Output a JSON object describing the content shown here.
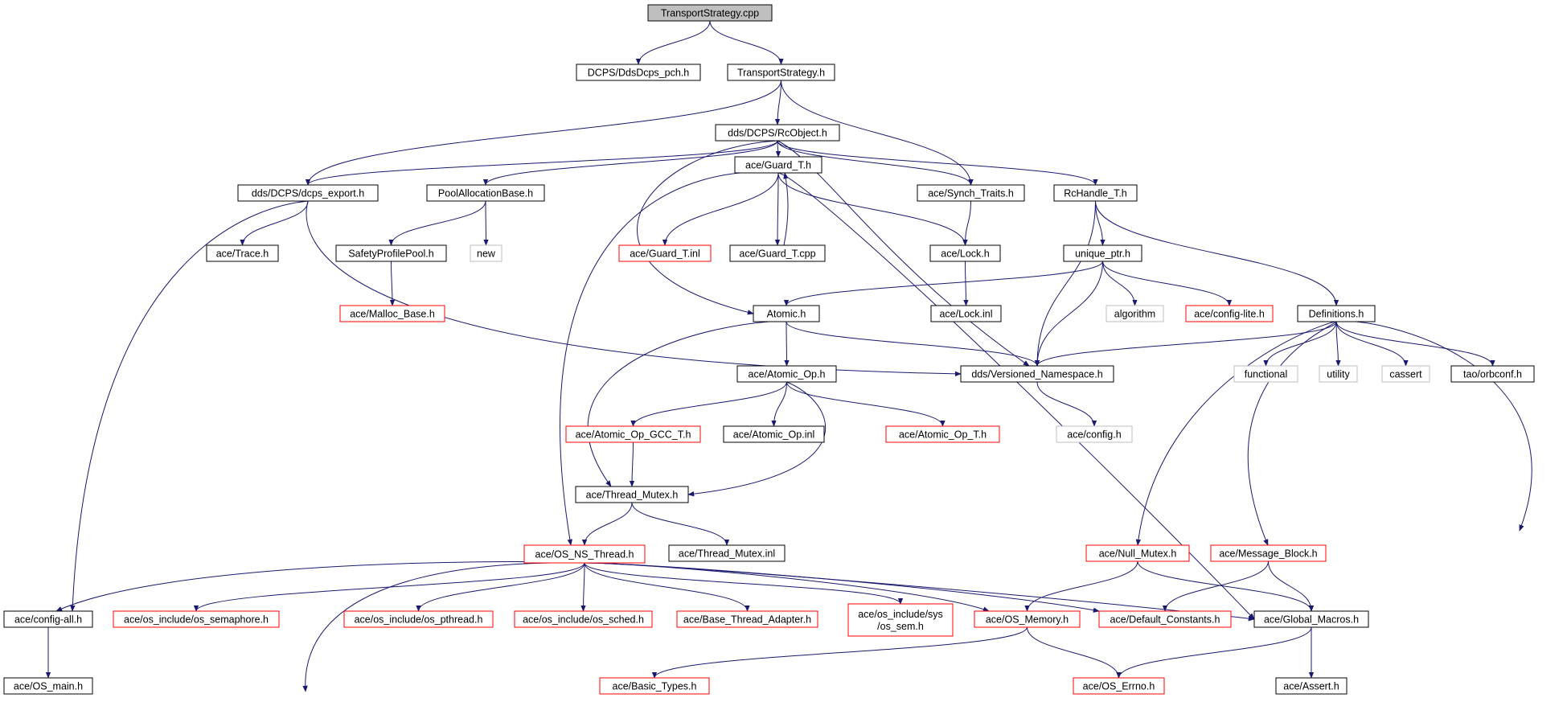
{
  "diagram": {
    "type": "include-dependency-graph",
    "colors": {
      "edge": "#191970",
      "root_fill": "#bfbfbf",
      "normal_border": "#000000",
      "truncated_border": "#ff0000",
      "external_border": "#bfbfbf",
      "external_text": "#555555"
    },
    "nodes": [
      {
        "id": "n_root",
        "label": "TransportStrategy.cpp",
        "kind": "root"
      },
      {
        "id": "n_pch",
        "label": "DCPS/DdsDcps_pch.h",
        "kind": "normal"
      },
      {
        "id": "n_tsh",
        "label": "TransportStrategy.h",
        "kind": "normal"
      },
      {
        "id": "n_rcobj",
        "label": "dds/DCPS/RcObject.h",
        "kind": "normal"
      },
      {
        "id": "n_export",
        "label": "dds/DCPS/dcps_export.h",
        "kind": "normal"
      },
      {
        "id": "n_poolalloc",
        "label": "PoolAllocationBase.h",
        "kind": "normal"
      },
      {
        "id": "n_guardh",
        "label": "ace/Guard_T.h",
        "kind": "normal"
      },
      {
        "id": "n_synch",
        "label": "ace/Synch_Traits.h",
        "kind": "normal"
      },
      {
        "id": "n_rchandle",
        "label": "RcHandle_T.h",
        "kind": "normal"
      },
      {
        "id": "n_trace",
        "label": "ace/Trace.h",
        "kind": "normal"
      },
      {
        "id": "n_safety",
        "label": "SafetyProfilePool.h",
        "kind": "normal"
      },
      {
        "id": "n_new",
        "label": "new",
        "kind": "external"
      },
      {
        "id": "n_guardinl",
        "label": "ace/Guard_T.inl",
        "kind": "truncated"
      },
      {
        "id": "n_guardcpp",
        "label": "ace/Guard_T.cpp",
        "kind": "normal"
      },
      {
        "id": "n_lockh",
        "label": "ace/Lock.h",
        "kind": "normal"
      },
      {
        "id": "n_uniq",
        "label": "unique_ptr.h",
        "kind": "normal"
      },
      {
        "id": "n_malloc",
        "label": "ace/Malloc_Base.h",
        "kind": "truncated"
      },
      {
        "id": "n_atomich",
        "label": "Atomic.h",
        "kind": "normal"
      },
      {
        "id": "n_lockinl",
        "label": "ace/Lock.inl",
        "kind": "normal"
      },
      {
        "id": "n_algorithm",
        "label": "algorithm",
        "kind": "external"
      },
      {
        "id": "n_cfglite",
        "label": "ace/config-lite.h",
        "kind": "truncated"
      },
      {
        "id": "n_defs",
        "label": "Definitions.h",
        "kind": "normal"
      },
      {
        "id": "n_atomicop",
        "label": "ace/Atomic_Op.h",
        "kind": "normal"
      },
      {
        "id": "n_versioned",
        "label": "dds/Versioned_Namespace.h",
        "kind": "normal"
      },
      {
        "id": "n_functional",
        "label": "functional",
        "kind": "external"
      },
      {
        "id": "n_utility",
        "label": "utility",
        "kind": "external"
      },
      {
        "id": "n_cassert",
        "label": "cassert",
        "kind": "external"
      },
      {
        "id": "n_orbconf",
        "label": "tao/orbconf.h",
        "kind": "normal"
      },
      {
        "id": "n_opgcc",
        "label": "ace/Atomic_Op_GCC_T.h",
        "kind": "truncated"
      },
      {
        "id": "n_opinl",
        "label": "ace/Atomic_Op.inl",
        "kind": "normal"
      },
      {
        "id": "n_opt",
        "label": "ace/Atomic_Op_T.h",
        "kind": "truncated"
      },
      {
        "id": "n_config",
        "label": "ace/config.h",
        "kind": "external"
      },
      {
        "id": "n_tmutex",
        "label": "ace/Thread_Mutex.h",
        "kind": "normal"
      },
      {
        "id": "n_osns",
        "label": "ace/OS_NS_Thread.h",
        "kind": "truncated"
      },
      {
        "id": "n_tmutexinl",
        "label": "ace/Thread_Mutex.inl",
        "kind": "normal"
      },
      {
        "id": "n_nullmutex",
        "label": "ace/Null_Mutex.h",
        "kind": "truncated"
      },
      {
        "id": "n_msgblock",
        "label": "ace/Message_Block.h",
        "kind": "truncated"
      },
      {
        "id": "n_cfgall",
        "label": "ace/config-all.h",
        "kind": "normal"
      },
      {
        "id": "n_sem",
        "label": "ace/os_include/os_semaphore.h",
        "kind": "truncated"
      },
      {
        "id": "n_pthread",
        "label": "ace/os_include/os_pthread.h",
        "kind": "truncated"
      },
      {
        "id": "n_sched",
        "label": "ace/os_include/os_sched.h",
        "kind": "truncated"
      },
      {
        "id": "n_bta",
        "label": "ace/Base_Thread_Adapter.h",
        "kind": "truncated"
      },
      {
        "id": "n_syssem",
        "label": "ace/os_include/sys\n/os_sem.h",
        "kind": "truncated"
      },
      {
        "id": "n_osmem",
        "label": "ace/OS_Memory.h",
        "kind": "truncated"
      },
      {
        "id": "n_defconst",
        "label": "ace/Default_Constants.h",
        "kind": "truncated"
      },
      {
        "id": "n_globmac",
        "label": "ace/Global_Macros.h",
        "kind": "normal"
      },
      {
        "id": "n_osmain",
        "label": "ace/OS_main.h",
        "kind": "normal"
      },
      {
        "id": "n_basictypes",
        "label": "ace/Basic_Types.h",
        "kind": "truncated"
      },
      {
        "id": "n_errno",
        "label": "ace/OS_Errno.h",
        "kind": "truncated"
      },
      {
        "id": "n_assert",
        "label": "ace/Assert.h",
        "kind": "normal"
      }
    ],
    "edges": [
      {
        "from": "n_root",
        "to": "n_pch"
      },
      {
        "from": "n_root",
        "to": "n_tsh"
      },
      {
        "from": "n_tsh",
        "to": "n_export"
      },
      {
        "from": "n_tsh",
        "to": "n_rcobj"
      },
      {
        "from": "n_tsh",
        "to": "n_synch"
      },
      {
        "from": "n_rcobj",
        "to": "n_export"
      },
      {
        "from": "n_rcobj",
        "to": "n_poolalloc"
      },
      {
        "from": "n_rcobj",
        "to": "n_guardh"
      },
      {
        "from": "n_rcobj",
        "to": "n_synch"
      },
      {
        "from": "n_rcobj",
        "to": "n_rchandle"
      },
      {
        "from": "n_rcobj",
        "to": "n_atomich"
      },
      {
        "from": "n_rcobj",
        "to": "n_versioned"
      },
      {
        "from": "n_export",
        "to": "n_trace"
      },
      {
        "from": "n_export",
        "to": "n_cfgall"
      },
      {
        "from": "n_export",
        "to": "n_versioned"
      },
      {
        "from": "n_poolalloc",
        "to": "n_safety"
      },
      {
        "from": "n_poolalloc",
        "to": "n_new"
      },
      {
        "from": "n_safety",
        "to": "n_malloc"
      },
      {
        "from": "n_guardh",
        "to": "n_guardinl"
      },
      {
        "from": "n_guardh",
        "to": "n_guardcpp"
      },
      {
        "from": "n_guardcpp",
        "to": "n_guardh"
      },
      {
        "from": "n_guardh",
        "to": "n_lockh"
      },
      {
        "from": "n_guardh",
        "to": "n_osns"
      },
      {
        "from": "n_guardh",
        "to": "n_globmac"
      },
      {
        "from": "n_synch",
        "to": "n_lockh"
      },
      {
        "from": "n_lockh",
        "to": "n_lockinl"
      },
      {
        "from": "n_rchandle",
        "to": "n_uniq"
      },
      {
        "from": "n_rchandle",
        "to": "n_versioned"
      },
      {
        "from": "n_rchandle",
        "to": "n_defs"
      },
      {
        "from": "n_uniq",
        "to": "n_atomich"
      },
      {
        "from": "n_uniq",
        "to": "n_algorithm"
      },
      {
        "from": "n_uniq",
        "to": "n_cfglite"
      },
      {
        "from": "n_uniq",
        "to": "n_versioned"
      },
      {
        "from": "n_atomich",
        "to": "n_atomicop"
      },
      {
        "from": "n_atomich",
        "to": "n_versioned"
      },
      {
        "from": "n_atomich",
        "to": "n_tmutex"
      },
      {
        "from": "n_defs",
        "to": "n_versioned"
      },
      {
        "from": "n_defs",
        "to": "n_functional"
      },
      {
        "from": "n_defs",
        "to": "n_utility"
      },
      {
        "from": "n_defs",
        "to": "n_cassert"
      },
      {
        "from": "n_defs",
        "to": "n_orbconf"
      },
      {
        "from": "n_defs",
        "to": "n_nullmutex"
      },
      {
        "from": "n_defs",
        "to": "n_msgblock"
      },
      {
        "from": "n_defs",
        "to": "n_globmac"
      },
      {
        "from": "n_atomicop",
        "to": "n_opgcc"
      },
      {
        "from": "n_atomicop",
        "to": "n_opinl"
      },
      {
        "from": "n_atomicop",
        "to": "n_opt"
      },
      {
        "from": "n_atomicop",
        "to": "n_tmutex"
      },
      {
        "from": "n_versioned",
        "to": "n_config"
      },
      {
        "from": "n_opgcc",
        "to": "n_tmutex"
      },
      {
        "from": "n_tmutex",
        "to": "n_osns"
      },
      {
        "from": "n_tmutex",
        "to": "n_tmutexinl"
      },
      {
        "from": "n_osns",
        "to": "n_cfgall"
      },
      {
        "from": "n_osns",
        "to": "n_sem"
      },
      {
        "from": "n_osns",
        "to": "n_pthread"
      },
      {
        "from": "n_osns",
        "to": "n_sched"
      },
      {
        "from": "n_osns",
        "to": "n_bta"
      },
      {
        "from": "n_osns",
        "to": "n_syssem"
      },
      {
        "from": "n_osns",
        "to": "n_osmem"
      },
      {
        "from": "n_osns",
        "to": "n_defconst"
      },
      {
        "from": "n_osns",
        "to": "n_globmac"
      },
      {
        "from": "n_osns",
        "to": "n_basictypes"
      },
      {
        "from": "n_nullmutex",
        "to": "n_osmem"
      },
      {
        "from": "n_nullmutex",
        "to": "n_globmac"
      },
      {
        "from": "n_msgblock",
        "to": "n_defconst"
      },
      {
        "from": "n_msgblock",
        "to": "n_globmac"
      },
      {
        "from": "n_cfgall",
        "to": "n_osmain"
      },
      {
        "from": "n_osmem",
        "to": "n_basictypes"
      },
      {
        "from": "n_osmem",
        "to": "n_errno"
      },
      {
        "from": "n_globmac",
        "to": "n_errno"
      },
      {
        "from": "n_globmac",
        "to": "n_assert"
      }
    ]
  }
}
